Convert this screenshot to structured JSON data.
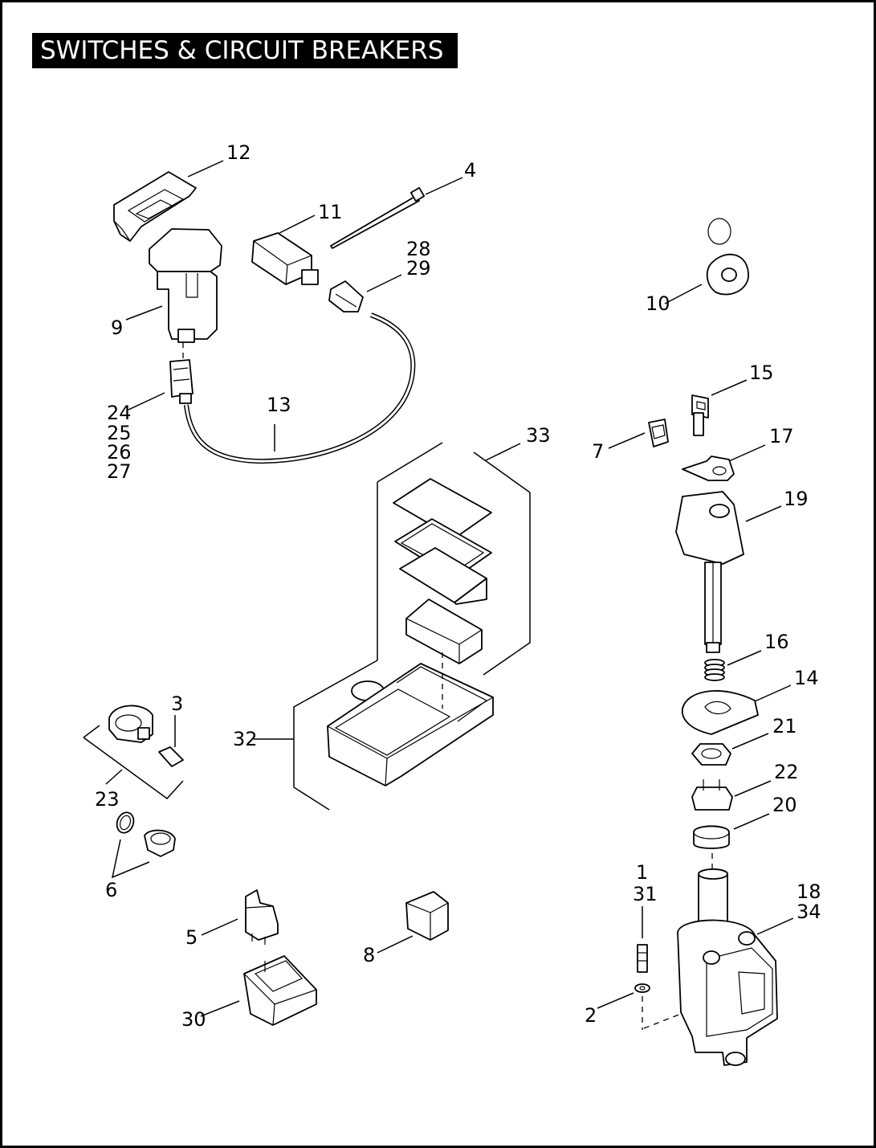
{
  "title": "SWITCHES & CIRCUIT BREAKERS",
  "callouts": {
    "c12": "12",
    "c4": "4",
    "c11": "11",
    "c28": "28",
    "c29": "29",
    "c9": "9",
    "c10": "10",
    "c24": "24",
    "c25": "25",
    "c26": "26",
    "c27": "27",
    "c13": "13",
    "c15": "15",
    "c33": "33",
    "c7": "7",
    "c17": "17",
    "c19": "19",
    "c16": "16",
    "c14": "14",
    "c3": "3",
    "c21": "21",
    "c32": "32",
    "c22": "22",
    "c23": "23",
    "c20": "20",
    "c6": "6",
    "c1": "1",
    "c31": "31",
    "c18": "18",
    "c34": "34",
    "c5": "5",
    "c8": "8",
    "c2": "2",
    "c30": "30"
  }
}
